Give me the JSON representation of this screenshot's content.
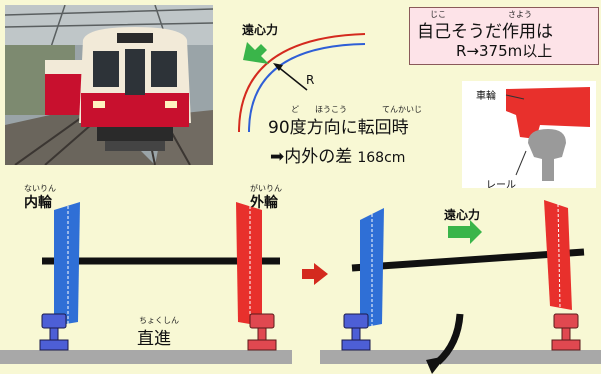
{
  "title_box": {
    "line1": "自己そうだ作用は",
    "line1_ruby": [
      "じこ",
      "さよう"
    ],
    "line2": "R→375m以上"
  },
  "curve": {
    "centrifugal_label": "遠心力",
    "radius_label": "R",
    "turn_text": "90度方向に転回時",
    "turn_ruby": [
      "ど",
      "ほうこう",
      "てんかいじ"
    ],
    "diff_prefix": "➡内外の差",
    "diff_value": "168cm"
  },
  "wheel_detail": {
    "wheel_label": "車輪",
    "rail_label": "レール"
  },
  "straight": {
    "inner_label": "内輪",
    "inner_ruby": "ないりん",
    "outer_label": "外輪",
    "outer_ruby": "がいりん",
    "straight_label": "直進",
    "straight_ruby": "ちょくしん"
  },
  "curved": {
    "centrifugal_label": "遠心力"
  },
  "colors": {
    "inner_wheel": "#2f6fd6",
    "outer_wheel": "#e8302c",
    "arrow_green": "#3ab54a",
    "arrow_red": "#d42a1e",
    "ground": "#a8a8a8",
    "rail_blue": "#4d5fd6",
    "rail_red": "#e04850",
    "train_red": "#c8102e",
    "train_cream": "#f2ead8"
  }
}
